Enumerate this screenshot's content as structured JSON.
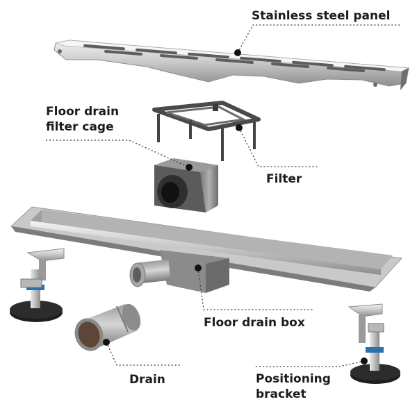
{
  "labels": {
    "panel": "Stainless steel panel",
    "cage_line1": "Floor drain",
    "cage_line2": "filter cage",
    "filter": "Filter",
    "box": "Floor drain box",
    "drain": "Drain",
    "bracket_line1": "Positioning",
    "bracket_line2": "bracket"
  },
  "colors": {
    "steel_light": "#e4e4e4",
    "steel_mid": "#b9b9b9",
    "steel_dark": "#7c7c7c",
    "plastic_grey": "#5e5e5e",
    "plastic_dark": "#2e2e2e",
    "label_text": "#1c1c1c",
    "leader": "#333333"
  }
}
